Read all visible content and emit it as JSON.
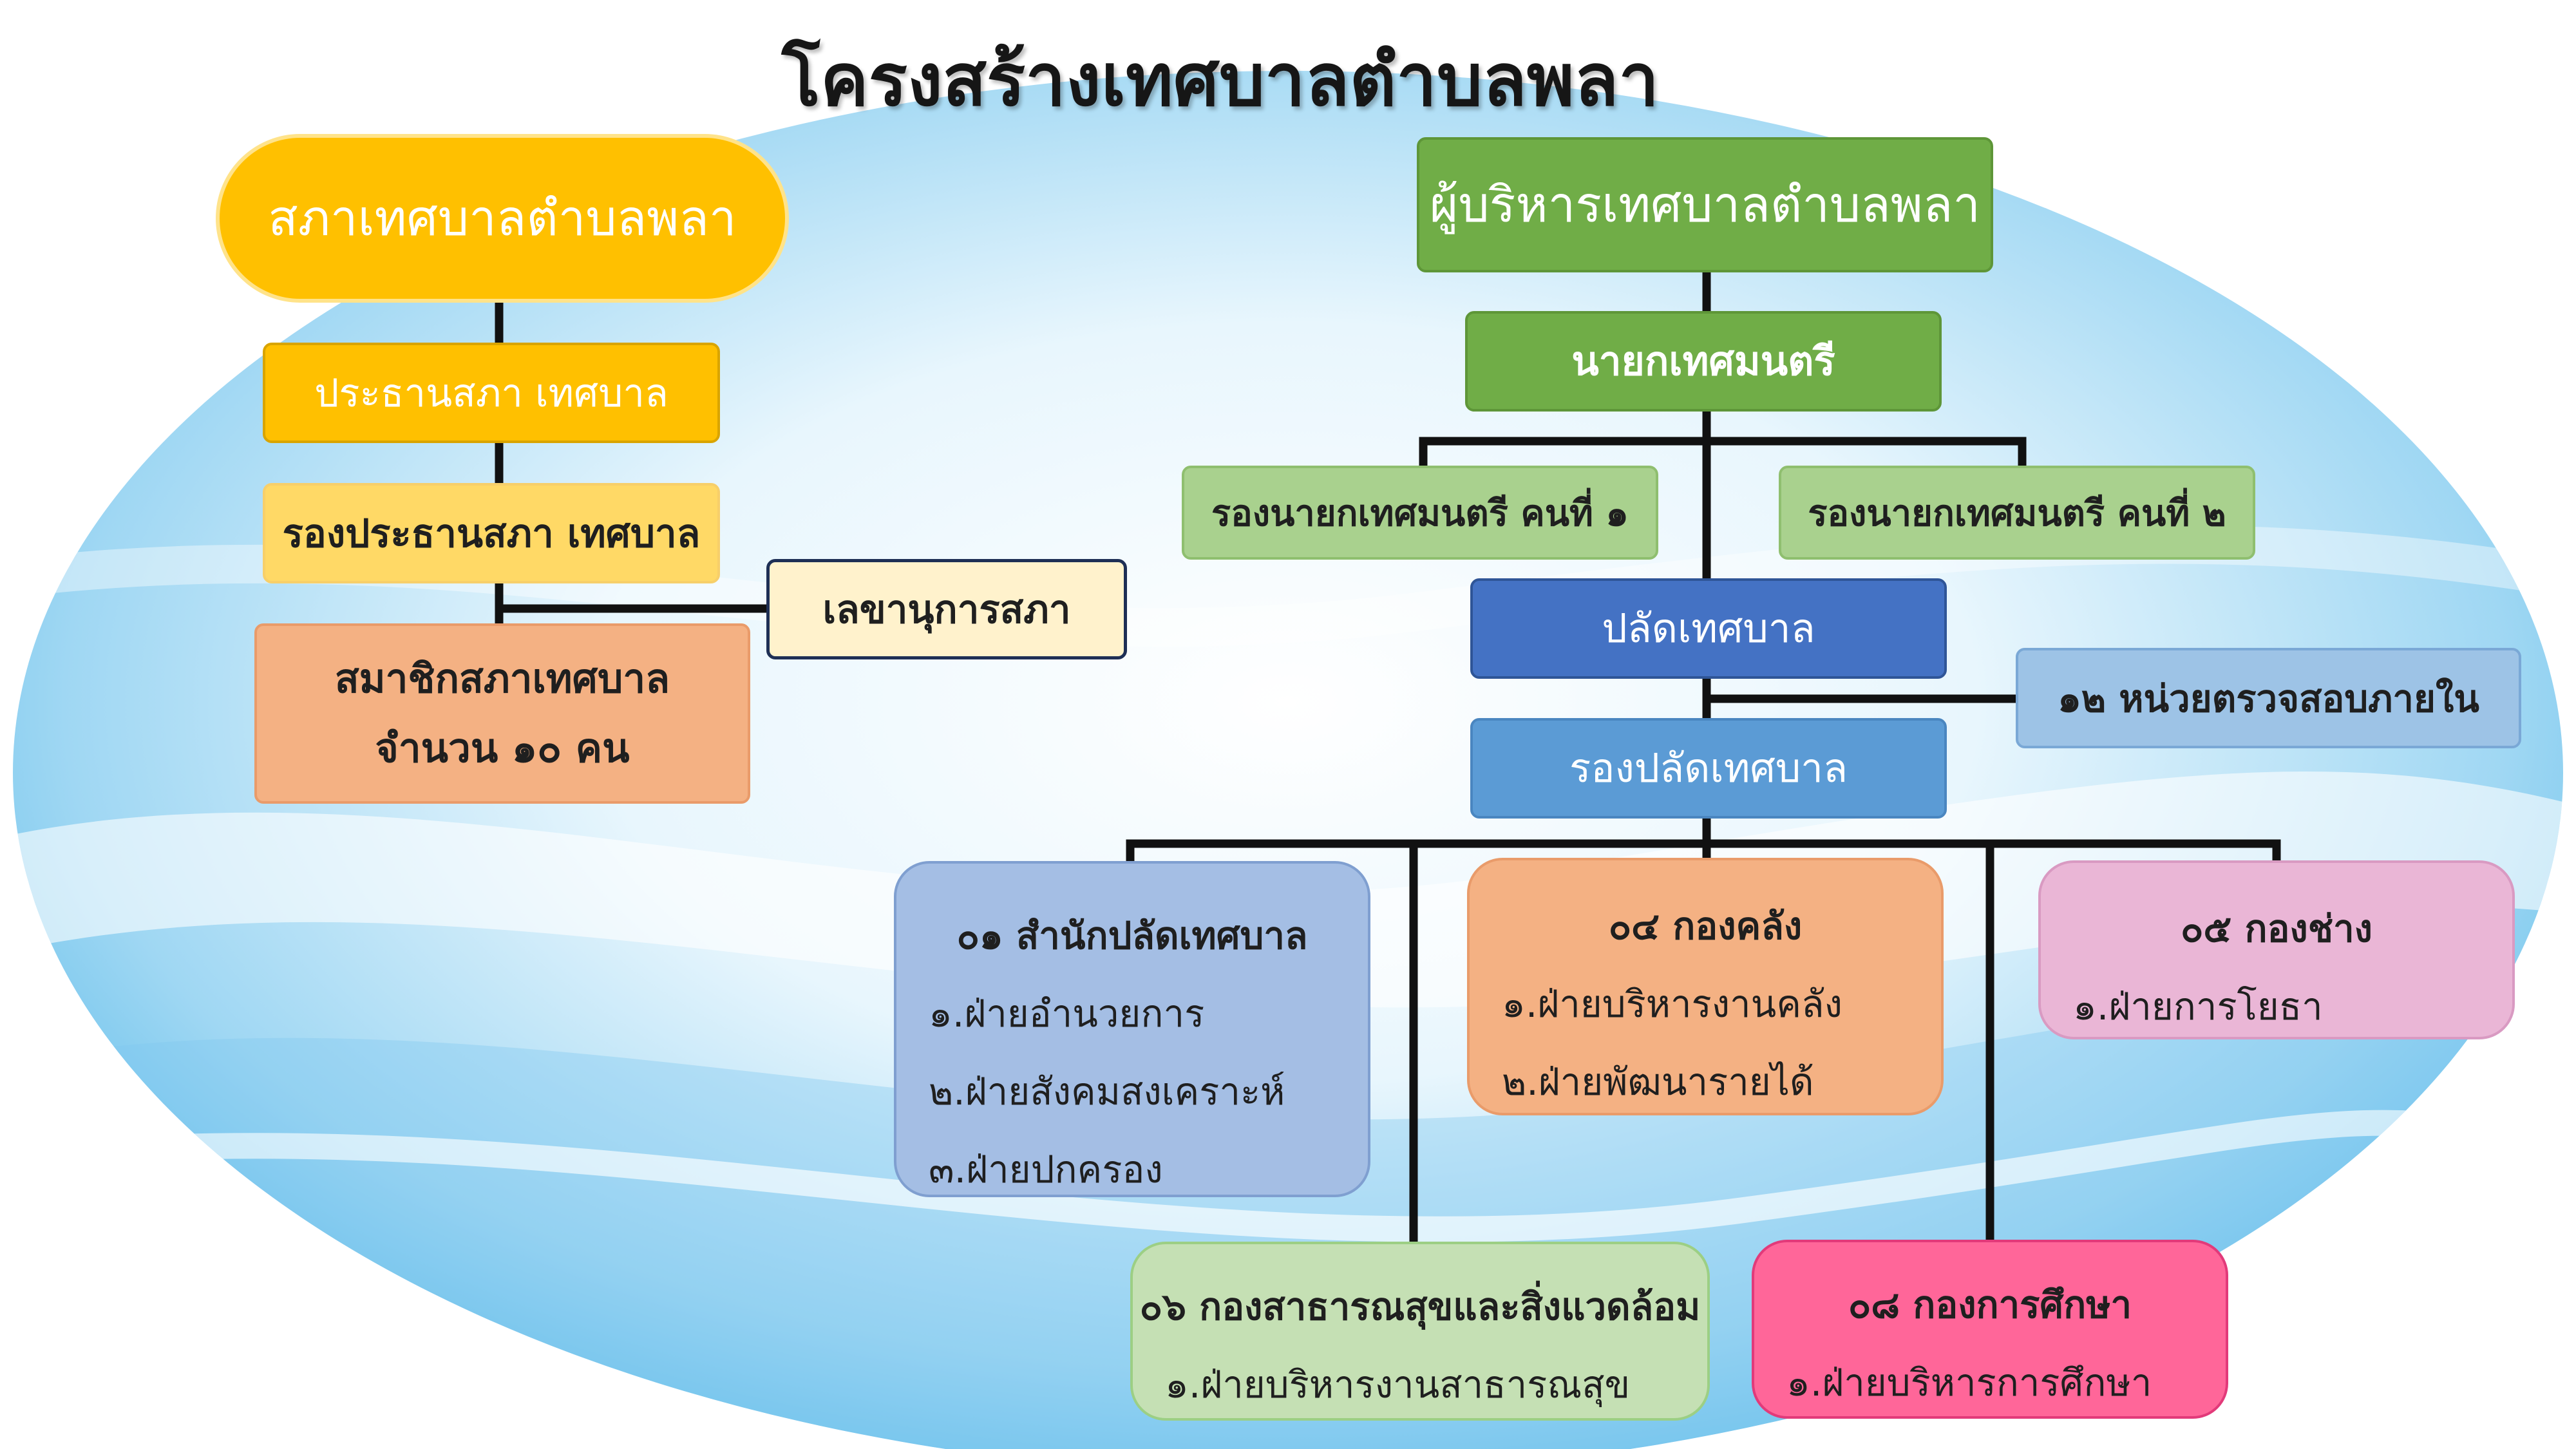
{
  "title": "โครงสร้างเทศบาลตำบลพลา",
  "council": {
    "name": "สภาเทศบาลตำบลพลา",
    "chair": "ประธานสภา เทศบาล",
    "vice_chair": "รองประธานสภา เทศบาล",
    "secretary": "เลขานุการสภา",
    "members_line1": "สมาชิกสภาเทศบาล",
    "members_line2": "จำนวน ๑๐ คน"
  },
  "executive": {
    "name": "ผู้บริหารเทศบาลตำบลพลา",
    "mayor": "นายกเทศมนตรี",
    "deputy_1": "รองนายกเทศมนตรี คนที่ ๑",
    "deputy_2": "รองนายกเทศมนตรี คนที่ ๒",
    "clerk": "ปลัดเทศบาล",
    "internal_audit": "๑๒ หน่วยตรวจสอบภายใน",
    "deputy_clerk": "รองปลัดเทศบาล"
  },
  "departments": [
    {
      "title": "๐๑ สำนักปลัดเทศบาล",
      "sections": [
        "๑.ฝ่ายอำนวยการ",
        "๒.ฝ่ายสังคมสงเคราะห์",
        "๓.ฝ่ายปกครอง"
      ]
    },
    {
      "title": "๐๔ กองคลัง",
      "sections": [
        "๑.ฝ่ายบริหารงานคลัง",
        "๒.ฝ่ายพัฒนารายได้"
      ]
    },
    {
      "title": "๐๕ กองช่าง",
      "sections": [
        "๑.ฝ่ายการโยธา"
      ]
    },
    {
      "title": "๐๖ กองสาธารณสุขและสิ่งแวดล้อม",
      "sections": [
        "๑.ฝ่ายบริหารงานสาธารณสุข"
      ]
    },
    {
      "title": "๐๘ กองการศึกษา",
      "sections": [
        "๑.ฝ่ายบริหารการศึกษา"
      ]
    }
  ],
  "colors": {
    "council_gold": "#FFC000",
    "council_light": "#FFD966",
    "secretary_fill": "#FFF2CC",
    "members_fill": "#F4B183",
    "exec_green": "#70AD47",
    "deputy_green": "#A9D18E",
    "clerk_blue": "#4472C4",
    "deputy_clerk_blue": "#5B9BD5",
    "audit_blue": "#9DC3E6",
    "dept01": "#A4BEE4",
    "dept04": "#F4B183",
    "dept05": "#EAB6D6",
    "dept06": "#C5E0B4",
    "dept08": "#FF6699",
    "connector": "#111111"
  }
}
